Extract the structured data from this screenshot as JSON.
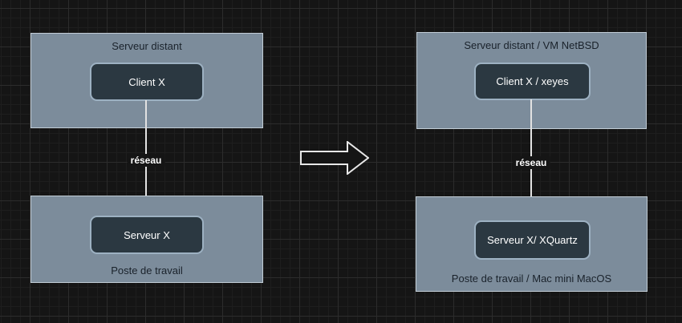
{
  "canvas": {
    "background": "#151515",
    "grid_minor_color": "#1e1e1e",
    "grid_major_color": "#2c2c2c"
  },
  "palette": {
    "container_fill": "#7c8c9b",
    "container_border": "#c2cdd6",
    "container_text": "#1a222b",
    "process_fill": "#2b3841",
    "process_border": "#9db1c2",
    "process_text": "#ffffff",
    "connector_color": "#e2e2e2",
    "flow_arrow_outline": "#e8e8e8"
  },
  "left_diagram": {
    "remote_server_box": {
      "title": "Serveur distant",
      "process": "Client X"
    },
    "connector": {
      "label": "réseau"
    },
    "workstation_box": {
      "title": "Poste de travail",
      "process": "Serveur X"
    }
  },
  "transform_arrow": {
    "direction": "right"
  },
  "right_diagram": {
    "remote_server_box": {
      "title": "Serveur distant / VM NetBSD",
      "process": "Client X / xeyes"
    },
    "connector": {
      "label": "réseau"
    },
    "workstation_box": {
      "title": "Poste de travail / Mac mini MacOS",
      "process": "Serveur X/ XQuartz"
    }
  }
}
